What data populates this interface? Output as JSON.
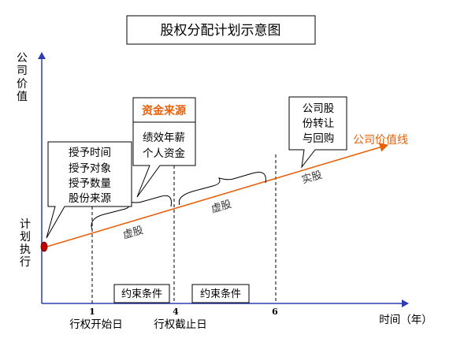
{
  "title": "股权分配计划示意图",
  "y_axis_label": [
    "公",
    "司",
    "价",
    "值"
  ],
  "x_axis_label": "时间（年）",
  "plan_label": [
    "计",
    "划",
    "执",
    "行"
  ],
  "grant_box": [
    "授予时间",
    "授予对象",
    "授予数量",
    "股份来源"
  ],
  "funding_box": {
    "header": "资金来源",
    "lines": [
      "绩效年薪",
      "个人资金"
    ]
  },
  "buyback_box": [
    "公司股",
    "份转让",
    "与回购"
  ],
  "value_line_label": "公司价值线",
  "phase_labels": {
    "virtual_1": "虚股",
    "virtual_2": "虚股",
    "real": "实股"
  },
  "constraint_labels": [
    "约束条件",
    "约束条件"
  ],
  "ticks": [
    {
      "value": "1",
      "caption": "行权开始日"
    },
    {
      "value": "4",
      "caption": "行权截止日"
    },
    {
      "value": "6",
      "caption": ""
    }
  ],
  "colors": {
    "accent": "#e8600a",
    "axis": "#2e3eb0",
    "dot": "#c00000"
  }
}
